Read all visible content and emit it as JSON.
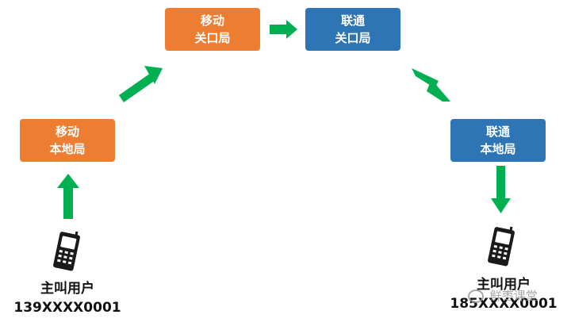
{
  "nodes": {
    "mobile_local": {
      "line1": "移动",
      "line2": "本地局"
    },
    "mobile_gateway": {
      "line1": "移动",
      "line2": "关口局"
    },
    "unicom_gateway": {
      "line1": "联通",
      "line2": "关口局"
    },
    "unicom_local": {
      "line1": "联通",
      "line2": "本地局"
    }
  },
  "caller": {
    "title": "主叫用户",
    "number": "139XXXX0001"
  },
  "callee": {
    "title": "主叫用户",
    "number": "185XXXX0001"
  },
  "watermark": {
    "text": "鲜枣课堂"
  },
  "colors": {
    "mobile": "#ed7d31",
    "unicom": "#2e75b6",
    "arrow": "#00b050"
  },
  "icons": [
    "phone-icon",
    "arrow-icon",
    "watermark-icon"
  ]
}
